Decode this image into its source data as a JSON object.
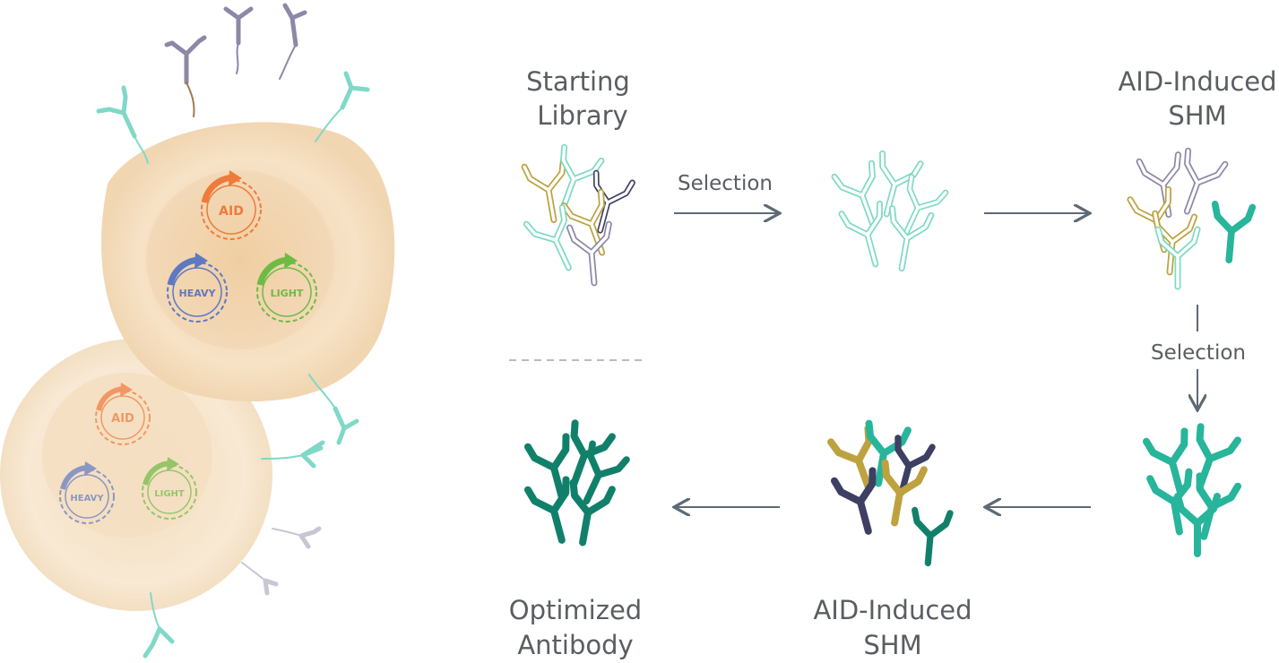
{
  "stages": {
    "starting_library": [
      "Starting",
      "Library"
    ],
    "shm_top": [
      "AID-Induced",
      "SHM"
    ],
    "shm_bottom": [
      "AID-Induced",
      "SHM"
    ],
    "optimized": [
      "Optimized",
      "Antibody"
    ]
  },
  "arrows": {
    "selection_top": "Selection",
    "selection_right": "Selection"
  },
  "cells": {
    "front": {
      "aid": "AID",
      "heavy": "HEAVY",
      "light": "LIGHT"
    },
    "back": {
      "aid": "AID",
      "heavy": "HEAVY",
      "light": "LIGHT"
    }
  },
  "colors": {
    "aid": "#ee7a3c",
    "heavy": "#5f78c2",
    "light": "#6dbb45",
    "teal_light": "#7fd9c6",
    "teal": "#27b59b",
    "teal_dark": "#11806a",
    "gold": "#bda23f",
    "navy": "#3d3f63",
    "lavender": "#8c88a7",
    "arrow": "#5d6a75",
    "cell_outer": "#f3d7b2",
    "cell_inner": "#efcca0"
  }
}
